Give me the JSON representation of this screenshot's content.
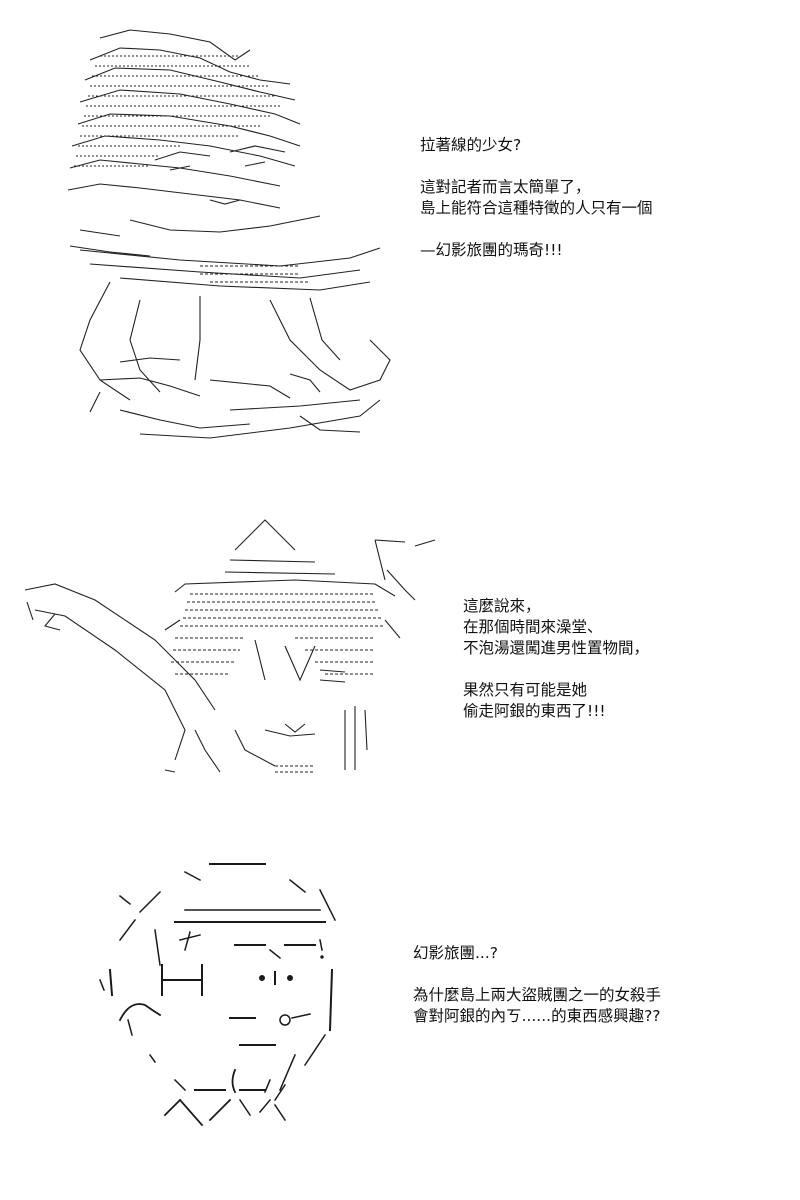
{
  "panels": [
    {
      "lines": [
        [
          "拉著線的少女?"
        ],
        [
          "這對記者而言太簡單了，",
          "島上能符合這種特徵的人只有一個"
        ],
        [
          "—幻影旅團的瑪奇!!!"
        ]
      ]
    },
    {
      "lines": [
        [
          "這麼說來，",
          "在那個時間來澡堂、",
          "不泡湯還闖進男性置物間，"
        ],
        [
          "果然只有可能是她",
          "偷走阿銀的東西了!!!"
        ]
      ]
    },
    {
      "lines": [
        [
          "幻影旅團...?"
        ],
        [
          "為什麼島上兩大盜賊團之一的女殺手",
          "會對阿銀的內ㄎ......的東西感興趣??"
        ]
      ]
    }
  ]
}
